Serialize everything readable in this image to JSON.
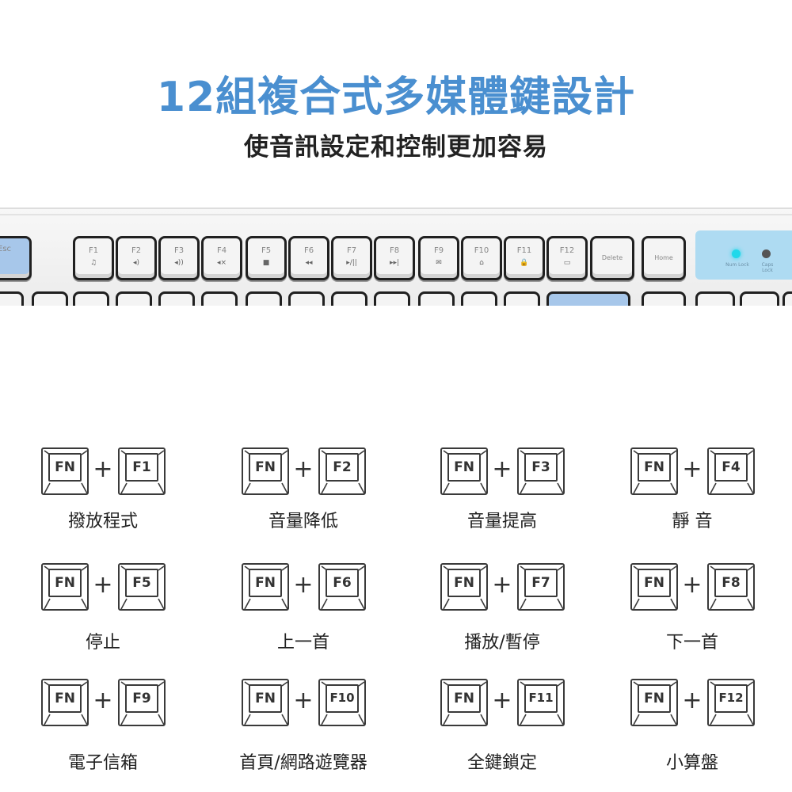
{
  "header": {
    "title": "12組複合式多媒體鍵設計",
    "subtitle": "使音訊設定和控制更加容易"
  },
  "keyboard": {
    "esc": "Esc",
    "fkeys": [
      {
        "label": "F1",
        "icon": "♫"
      },
      {
        "label": "F2",
        "icon": "◂)"
      },
      {
        "label": "F3",
        "icon": "◂))"
      },
      {
        "label": "F4",
        "icon": "◂×"
      },
      {
        "label": "F5",
        "icon": "■"
      },
      {
        "label": "F6",
        "icon": "◂◂"
      },
      {
        "label": "F7",
        "icon": "▸/||"
      },
      {
        "label": "F8",
        "icon": "▸▸|"
      },
      {
        "label": "F9",
        "icon": "✉"
      },
      {
        "label": "F10",
        "icon": "⌂"
      },
      {
        "label": "F11",
        "icon": "🔒"
      },
      {
        "label": "F12",
        "icon": "▭"
      }
    ],
    "delete": "Delete",
    "home": "Home",
    "num_lock": "Num Lock",
    "caps_lock": "Caps Lock",
    "led_on_color": "#20d8ea",
    "accent_key_color": "#a7c7ea"
  },
  "fn_label": "FN",
  "plus": "+",
  "shortcuts": [
    {
      "key": "F1",
      "desc": "撥放程式"
    },
    {
      "key": "F2",
      "desc": "音量降低"
    },
    {
      "key": "F3",
      "desc": "音量提高"
    },
    {
      "key": "F4",
      "desc": "靜 音"
    },
    {
      "key": "F5",
      "desc": "停止"
    },
    {
      "key": "F6",
      "desc": "上一首"
    },
    {
      "key": "F7",
      "desc": "播放/暫停"
    },
    {
      "key": "F8",
      "desc": "下一首"
    },
    {
      "key": "F9",
      "desc": "電子信箱"
    },
    {
      "key": "F10",
      "desc": "首頁/網路遊覽器"
    },
    {
      "key": "F11",
      "desc": "全鍵鎖定"
    },
    {
      "key": "F12",
      "desc": "小算盤"
    }
  ],
  "colors": {
    "title": "#4a8fd0",
    "text": "#222222"
  }
}
